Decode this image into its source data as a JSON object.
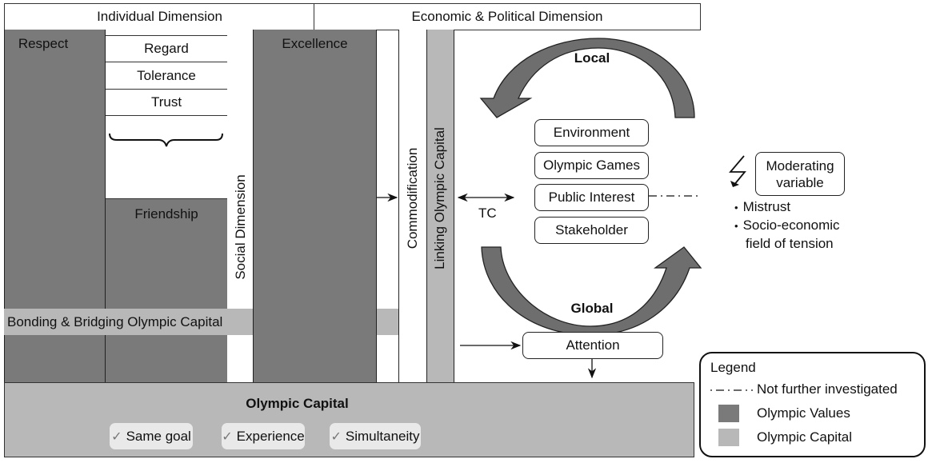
{
  "header": {
    "individual": "Individual Dimension",
    "economic": "Economic & Political Dimension"
  },
  "columns": {
    "respect": "Respect",
    "values_stack": [
      "Regard",
      "Tolerance",
      "Trust"
    ],
    "friendship": "Friendship",
    "social_dimension": "Social Dimension",
    "excellence": "Excellence",
    "commodification": "Commodification",
    "linking": "Linking Olympic Capital"
  },
  "bonding_band": "Bonding & Bridging Olympic Capital",
  "cycle": {
    "local": "Local",
    "global": "Global",
    "items": [
      "Environment",
      "Olympic Games",
      "Public Interest",
      "Stakeholder"
    ],
    "tc_label": "TC",
    "attention": "Attention"
  },
  "moderating": {
    "box": [
      "Moderating",
      "variable"
    ],
    "bullets": [
      "Mistrust",
      "Socio-economic",
      "field of tension"
    ],
    "bullet_mark": "•"
  },
  "olympic_capital": {
    "title": "Olympic Capital",
    "check_glyph": "✓",
    "features": [
      "Same goal",
      "Experience",
      "Simultaneity"
    ]
  },
  "legend": {
    "title": "Legend",
    "items": [
      {
        "label": "Not further investigated",
        "kind": "dash-dot"
      },
      {
        "label": "Olympic Values",
        "kind": "swatch",
        "color": "#7a7a7a"
      },
      {
        "label": "Olympic Capital",
        "kind": "swatch",
        "color": "#b8b8b8"
      }
    ]
  },
  "colors": {
    "olympic_values": "#7a7a7a",
    "olympic_capital": "#b8b8b8",
    "stroke": "#222222"
  }
}
